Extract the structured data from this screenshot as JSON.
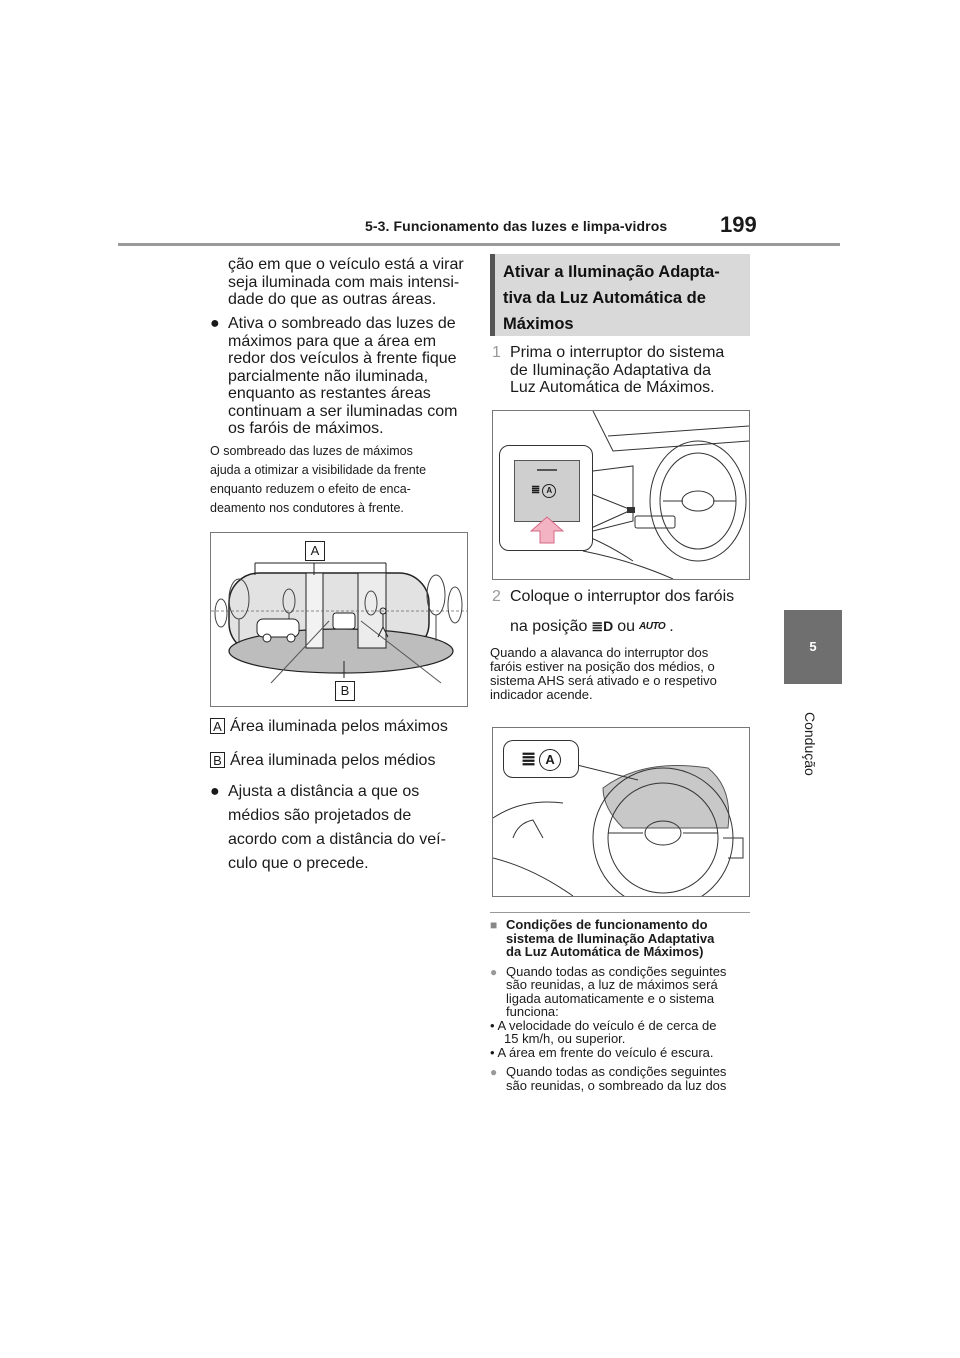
{
  "header": {
    "section": "5-3. Funcionamento das luzes e limpa-vidros",
    "page_number": "199"
  },
  "side_tab": {
    "chapter": "5",
    "label": "Condução"
  },
  "left_column": {
    "intro_lines": [
      "ção em que o veículo está a virar",
      "seja iluminada com mais intensi-",
      "dade do que as outras áreas."
    ],
    "bullet1_lines": [
      "Ativa o sombreado das luzes de",
      "máximos para que a área em",
      "redor dos veículos à frente fique",
      "parcialmente não iluminada,",
      "enquanto as restantes áreas",
      "continuam a ser iluminadas com",
      "os faróis de máximos."
    ],
    "note_lines": [
      "O sombreado das luzes de máximos",
      "ajuda a otimizar a visibilidade da frente",
      "enquanto reduzem o efeito de enca-",
      "deamento nos condutores à frente."
    ],
    "figure_labels": {
      "a": "A",
      "b": "B"
    },
    "legend_a": "Área iluminada pelos máximos",
    "legend_b": "Área iluminada pelos médios",
    "bullet2_lines": [
      "Ajusta a distância a que os",
      "médios são projetados de",
      "acordo com a distância do veí-",
      "culo que o precede."
    ]
  },
  "right_column": {
    "section_title_lines": [
      "Ativar a Iluminação Adapta-",
      "tiva da Luz Automática de",
      "Máximos"
    ],
    "step1_num": "1",
    "step1_lines": [
      "Prima o interruptor do sistema",
      "de Iluminação Adaptativa da",
      "Luz Automática de Máximos."
    ],
    "step2_num": "2",
    "step2_line1": "Coloque o interruptor dos faróis",
    "step2_line2a": "na posição",
    "step2_or": "ou",
    "step2_end": ".",
    "auto_icon_text": "AUTO",
    "step2_note_lines": [
      "Quando a alavanca do interruptor dos",
      "faróis estiver na posição dos médios, o",
      "sistema AHS será ativado e o respetivo",
      "indicador acende."
    ],
    "ahs_icon_letter": "A",
    "conditions_title_lines": [
      "Condições de funcionamento do",
      "sistema de Iluminação Adaptativa",
      "da Luz Automática de Máximos)"
    ],
    "cond1_lines": [
      "Quando todas as condições seguintes",
      "são reunidas, a luz de máximos será",
      "ligada automaticamente e o sistema",
      "funciona:"
    ],
    "cond1_sub": [
      [
        "• A velocidade do veículo é de cerca de",
        "15 km/h, ou superior."
      ],
      [
        "• A área em frente do veículo é escura."
      ]
    ],
    "cond2_lines": [
      "Quando todas as condições seguintes",
      "são reunidas, o sombreado da luz dos"
    ]
  }
}
